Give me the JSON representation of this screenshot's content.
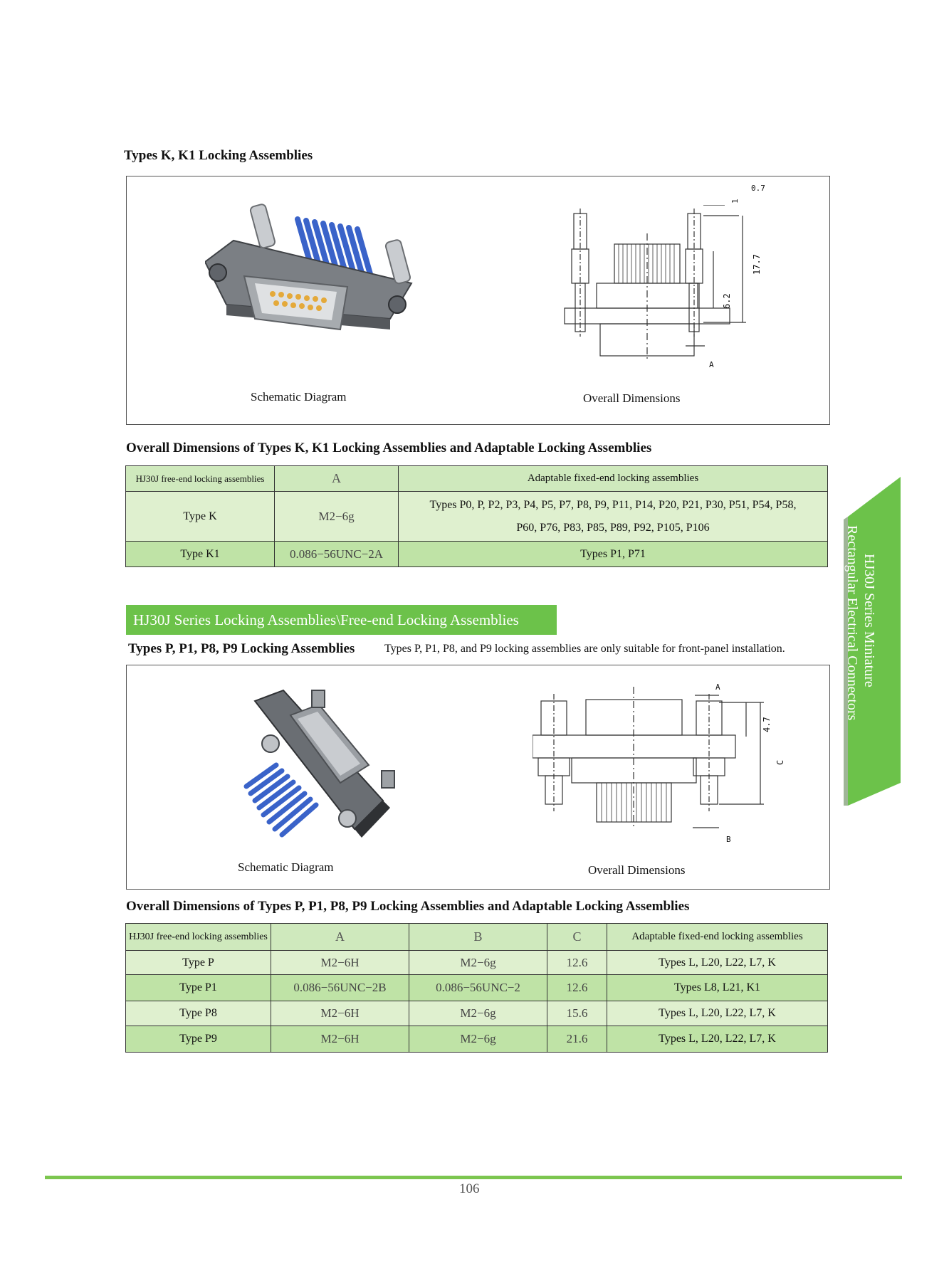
{
  "section1": {
    "title": "Types K, K1 Locking Assemblies",
    "figure_left_caption": "Schematic Diagram",
    "figure_right_caption": "Overall Dimensions",
    "dims": {
      "d1": "0.7",
      "d2": "1",
      "d3": "17.7",
      "d4": "6.2",
      "d5": "A"
    }
  },
  "table1": {
    "title": "Overall Dimensions of Types K, K1 Locking Assemblies and Adaptable Locking Assemblies",
    "headers": [
      "HJ30J free-end locking assemblies",
      "A",
      "Adaptable fixed-end locking assemblies"
    ],
    "rows": [
      [
        "Type K",
        "M2−6g",
        "Types P0, P, P2, P3, P4, P5, P7, P8, P9, P11, P14, P20, P21, P30, P51, P54, P58,",
        "P60, P76, P83, P85, P89, P92, P105, P106"
      ],
      [
        "Type K1",
        "0.086−56UNC−2A",
        "Types P1, P71"
      ]
    ]
  },
  "section_bar": "HJ30J Series Locking Assemblies\\Free-end Locking Assemblies",
  "section2": {
    "title": "Types P, P1, P8, P9 Locking Assemblies",
    "note": "Types P, P1, P8, and P9 locking assemblies are only suitable for front-panel installation.",
    "figure_left_caption": "Schematic Diagram",
    "figure_right_caption": "Overall Dimensions",
    "dims": {
      "d1": "A",
      "d2": "4.7",
      "d3": "C",
      "d4": "B"
    }
  },
  "table2": {
    "title": "Overall Dimensions of Types P, P1, P8, P9 Locking Assemblies and Adaptable Locking Assemblies",
    "headers": [
      "HJ30J free-end locking assemblies",
      "A",
      "B",
      "C",
      "Adaptable fixed-end locking assemblies"
    ],
    "rows": [
      [
        "Type P",
        "M2−6H",
        "M2−6g",
        "12.6",
        "Types L, L20, L22, L7, K"
      ],
      [
        "Type P1",
        "0.086−56UNC−2B",
        "0.086−56UNC−2",
        "12.6",
        "Types L8, L21, K1"
      ],
      [
        "Type P8",
        "M2−6H",
        "M2−6g",
        "15.6",
        "Types L, L20, L22, L7, K"
      ],
      [
        "Type P9",
        "M2−6H",
        "M2−6g",
        "21.6",
        "Types L, L20, L22, L7, K"
      ]
    ]
  },
  "side_tab": {
    "line1": "HJ30J Series Miniature",
    "line2": "Rectangular Electrical Connectors"
  },
  "footer": {
    "page_number": "106"
  },
  "colors": {
    "accent": "#6cc24a",
    "table_header": "#cfe9bd",
    "row_light": "#dff0cf",
    "row_dark": "#bfe3a6"
  }
}
